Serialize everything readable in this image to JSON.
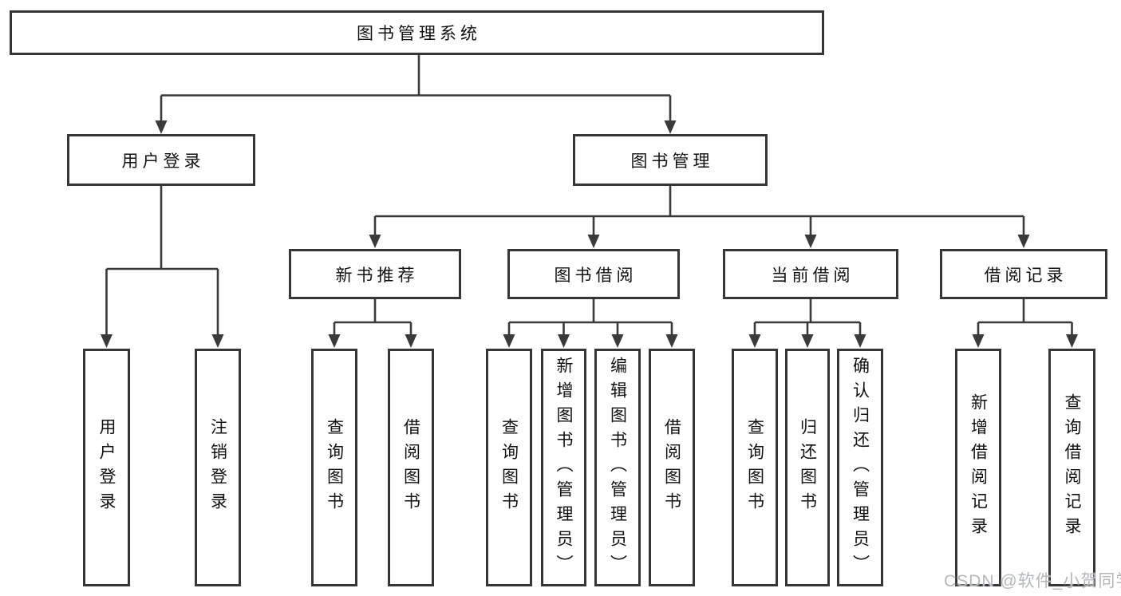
{
  "page": {
    "background": "#ffffff"
  },
  "colors": {
    "box_border": "#363636",
    "connector_line": "#3a3a3a",
    "text": "#111111",
    "watermark": "#b4b8bc"
  },
  "watermark": {
    "text": "CSDN @软件_小贺同学"
  },
  "tree": {
    "label": "图书管理系统",
    "children": [
      {
        "label": "用户登录",
        "children": [
          {
            "label": "用户登录"
          },
          {
            "label": "注销登录"
          }
        ]
      },
      {
        "label": "图书管理",
        "children": [
          {
            "label": "新书推荐",
            "children": [
              {
                "label": "查询图书"
              },
              {
                "label": "借阅图书"
              }
            ]
          },
          {
            "label": "图书借阅",
            "children": [
              {
                "label": "查询图书"
              },
              {
                "label": "新增图书（管理员）"
              },
              {
                "label": "编辑图书（管理员）"
              },
              {
                "label": "借阅图书"
              }
            ]
          },
          {
            "label": "当前借阅",
            "children": [
              {
                "label": "查询图书"
              },
              {
                "label": "归还图书"
              },
              {
                "label": "确认归还（管理员）"
              }
            ]
          },
          {
            "label": "借阅记录",
            "children": [
              {
                "label": "新增借阅记录"
              },
              {
                "label": "查询借阅记录"
              }
            ]
          }
        ]
      }
    ]
  }
}
